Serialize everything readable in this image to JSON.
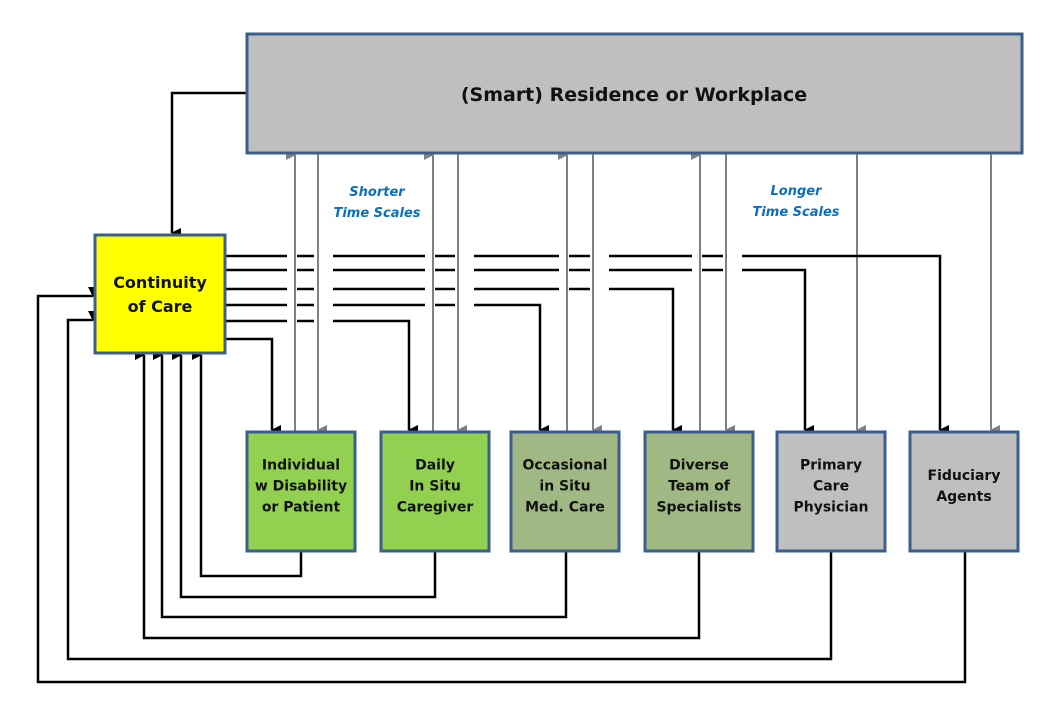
{
  "diagram": {
    "residence": {
      "label": "(Smart) Residence or Workplace",
      "fill": "#bfbfbf"
    },
    "continuity": {
      "lines": [
        "Continuity",
        "of Care"
      ],
      "fill": "#ffff00"
    },
    "notes": {
      "shorter": [
        "Shorter",
        "Time Scales"
      ],
      "longer": [
        "Longer",
        "Time Scales"
      ]
    },
    "actors": [
      {
        "id": "individual",
        "lines": [
          "Individual",
          "w Disability",
          "or Patient"
        ],
        "fill": "#92d050"
      },
      {
        "id": "caregiver",
        "lines": [
          "Daily",
          "In Situ",
          "Caregiver"
        ],
        "fill": "#92d050"
      },
      {
        "id": "occasional",
        "lines": [
          "Occasional",
          "in Situ",
          "Med. Care"
        ],
        "fill": "#a0b884"
      },
      {
        "id": "specialists",
        "lines": [
          "Diverse",
          "Team of",
          "Specialists"
        ],
        "fill": "#a0b884"
      },
      {
        "id": "physician",
        "lines": [
          "Primary",
          "Care",
          "Physician"
        ],
        "fill": "#bfbfbf"
      },
      {
        "id": "fiduciary",
        "lines": [
          "Fiduciary",
          "Agents"
        ],
        "fill": "#bfbfbf"
      }
    ],
    "colors": {
      "border": "#3a5f8f",
      "black_line": "#000000",
      "gray_line": "#808080",
      "note": "#0b6fc0"
    }
  }
}
